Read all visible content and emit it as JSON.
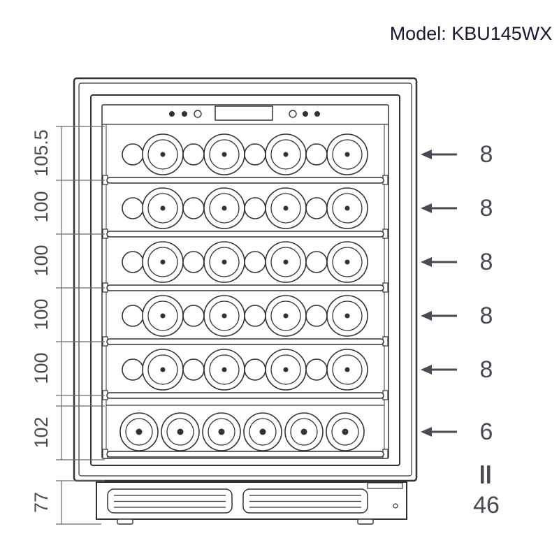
{
  "title": "Model: KBU145WX",
  "left_dimensions": {
    "segments": [
      "105.5",
      "100",
      "100",
      "100",
      "100",
      "102"
    ],
    "base_height": "77"
  },
  "shelf_capacities": [
    "8",
    "8",
    "8",
    "8",
    "8",
    "6"
  ],
  "total": {
    "value": "46",
    "equals_icon": "double-bar-equals"
  },
  "colors": {
    "line": "#333333",
    "annotation": "#4a4a52",
    "title": "#181830"
  }
}
